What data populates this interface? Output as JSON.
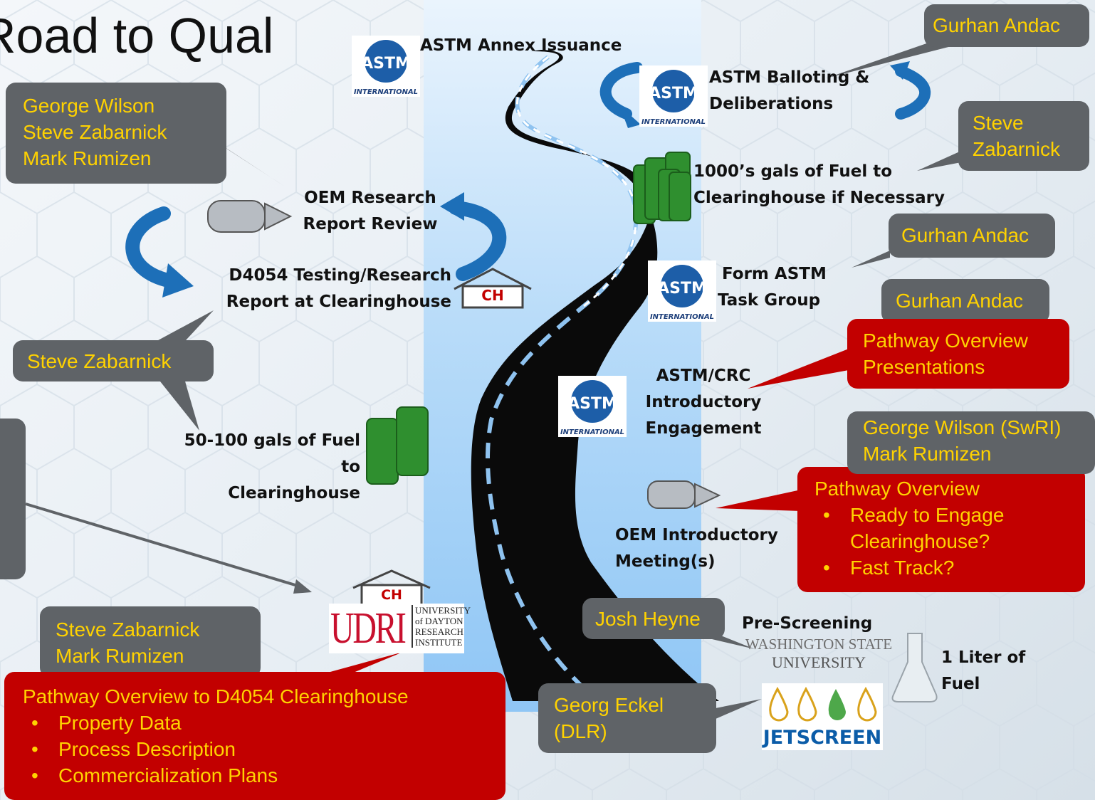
{
  "title": "Road to Qual",
  "callouts": {
    "gray_gurhan_1": "Gurhan Andac",
    "gray_gwilson_group": [
      "George Wilson",
      "Steve Zabarnick",
      "Mark Rumizen"
    ],
    "gray_steve_right": [
      "Steve",
      "Zabarnick"
    ],
    "gray_gurhan_2": "Gurhan Andac",
    "gray_gurhan_3": "Gurhan Andac",
    "gray_steve_left": "Steve Zabarnick",
    "gray_gw_swri": [
      "George Wilson (SwRI)",
      "Mark Rumizen"
    ],
    "gray_steve_mark": [
      "Steve Zabarnick",
      "Mark Rumizen"
    ],
    "gray_josh": "Josh Heyne",
    "gray_georg": [
      "Georg Eckel",
      "(DLR)"
    ],
    "red_pathway_pres": [
      "Pathway Overview",
      "Presentations"
    ],
    "red_pathway_oem": {
      "heading": "Pathway Overview",
      "bullets": [
        "Ready to Engage Clearinghouse?",
        "Fast Track?"
      ]
    },
    "red_pathway_ch": {
      "heading": "Pathway Overview to D4054 Clearinghouse",
      "bullets": [
        "Property Data",
        "Process Description",
        "Commercialization Plans"
      ]
    }
  },
  "steps": {
    "annex": "ASTM Annex Issuance",
    "balloting": [
      "ASTM Balloting &",
      "Deliberations"
    ],
    "gals_1000": [
      "1000’s gals of Fuel to",
      "Clearinghouse if Necessary"
    ],
    "oem_review": [
      "OEM Research",
      "Report Review"
    ],
    "d4054": [
      "D4054 Testing/Research",
      "Report at Clearinghouse"
    ],
    "task_group": [
      "Form ASTM",
      "Task Group"
    ],
    "crc": [
      "ASTM/CRC",
      "Introductory",
      "Engagement"
    ],
    "gals_50": [
      "50-100 gals of Fuel to",
      "Clearinghouse"
    ],
    "oem_intro": [
      "OEM Introductory",
      "Meeting(s)"
    ],
    "prescreen": "Pre-Screening",
    "liter": [
      "1 Liter of",
      "Fuel"
    ]
  },
  "logos": {
    "astm_text": "ASTM",
    "astm_sub": "INTERNATIONAL",
    "ch": "CH",
    "udri": "UDRI",
    "udri_sub": [
      "UNIVERSITY",
      "of DAYTON",
      "RESEARCH",
      "INSTITUTE"
    ],
    "wsu": [
      "WASHINGTON STATE",
      "UNIVERSITY"
    ],
    "jetscreen": "JETSCREEN"
  },
  "colors": {
    "callout_gray": "#5f6367",
    "callout_red": "#c20000",
    "callout_text": "#ffd200",
    "arrow_blue": "#1d6fb8",
    "road": "#0a0a0a",
    "barrel_green": "#2f8f2f"
  }
}
